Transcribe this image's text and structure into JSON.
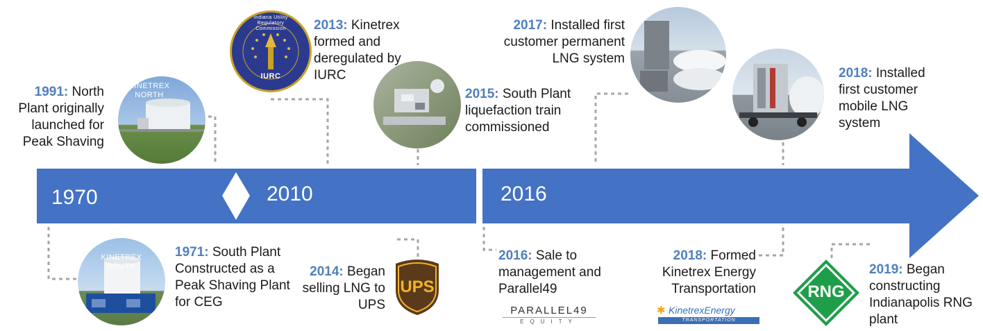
{
  "colors": {
    "arrow": "#4472c4",
    "year_accent": "#4f7fbe",
    "connector": "#a6a6a6",
    "ups_brown": "#5a3a1a",
    "ups_gold": "#f2b22b",
    "rng_green": "#1f9e4a"
  },
  "eras": [
    "1970",
    "2010",
    "2016"
  ],
  "events": [
    {
      "year": "1991:",
      "text": " North Plant originally launched for Peak Shaving"
    },
    {
      "year": "1971:",
      "text": " South Plant Constructed as a Peak Shaving Plant for CEG"
    },
    {
      "year": "2013:",
      "text": " Kinetrex formed and deregulated by IURC"
    },
    {
      "year": "2014:",
      "text": " Began selling LNG to UPS"
    },
    {
      "year": "2015:",
      "text": " South Plant liquefaction train commissioned"
    },
    {
      "year": "2016:",
      "text": " Sale to management and Parallel49"
    },
    {
      "year": "2017:",
      "text": " Installed first customer permanent LNG system"
    },
    {
      "year": "2018:",
      "text": " Formed Kinetrex Energy Transportation"
    },
    {
      "year": "2018:",
      "text": " Installed first customer mobile LNG system"
    },
    {
      "year": "2019:",
      "text": " Began constructing Indianapolis RNG plant"
    }
  ],
  "photos": {
    "north_plant": {
      "label": "KINETREX NORTH"
    },
    "south_plant": {
      "label": "KINETREX SOUTH"
    },
    "iurc_seal": {
      "ring_text": "Indiana Utility Regulatory Commission",
      "center_text": "IURC"
    }
  },
  "logos": {
    "ups": "UPS",
    "parallel49": {
      "name": "PARALLEL49",
      "sub": "EQUITY"
    },
    "kinetrex_energy": {
      "name": "KinetrexEnergy",
      "sub": "TRANSPORTATION"
    },
    "rng": "RNG"
  }
}
